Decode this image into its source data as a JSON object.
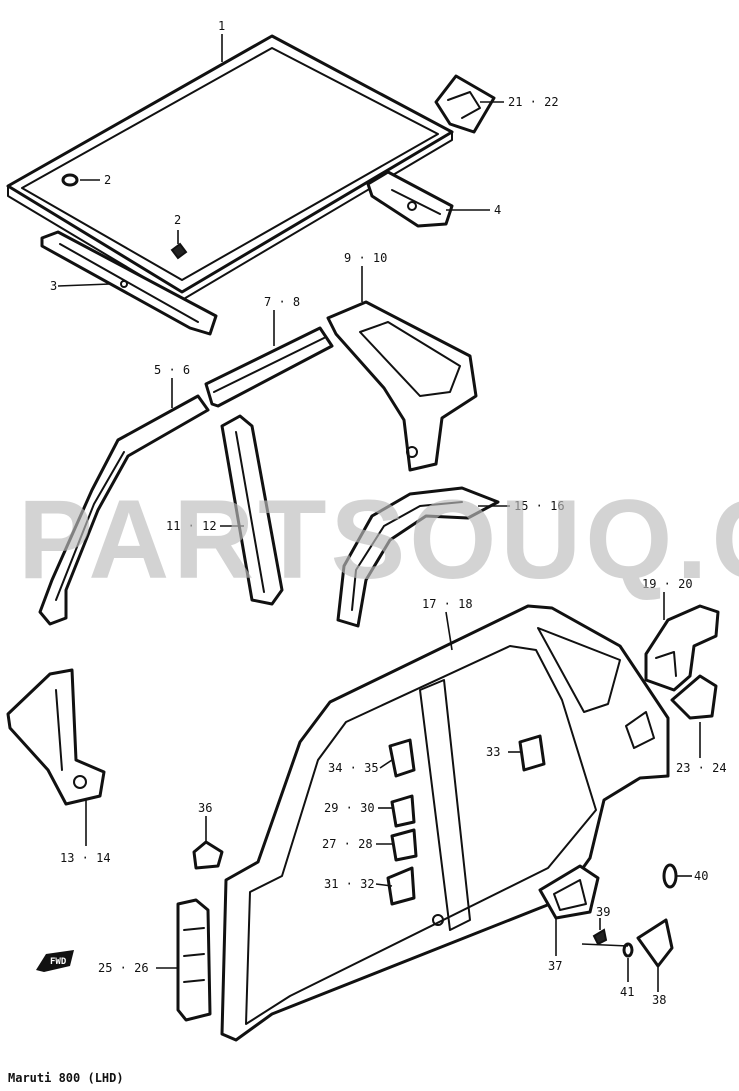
{
  "watermark": "PARTSOUQ.COM",
  "caption": "Maruti 800 (LHD)",
  "forward_marker": {
    "label": "FWD",
    "icon": "forward-arrow-icon"
  },
  "callouts": {
    "c1": "1",
    "c2a": "2",
    "c2b": "2",
    "c3": "3",
    "c4": "4",
    "c5_6": "5 · 6",
    "c7_8": "7 · 8",
    "c9_10": "9 · 10",
    "c11_12": "11 · 12",
    "c13_14": "13 · 14",
    "c15_16": "15 · 16",
    "c17_18": "17 · 18",
    "c19_20": "19 · 20",
    "c21_22": "21 · 22",
    "c23_24": "23 · 24",
    "c25_26": "25 · 26",
    "c27_28": "27 · 28",
    "c29_30": "29 · 30",
    "c31_32": "31 · 32",
    "c33": "33",
    "c34_35": "34 · 35",
    "c36": "36",
    "c37": "37",
    "c38": "38",
    "c39": "39",
    "c40": "40",
    "c41": "41"
  }
}
